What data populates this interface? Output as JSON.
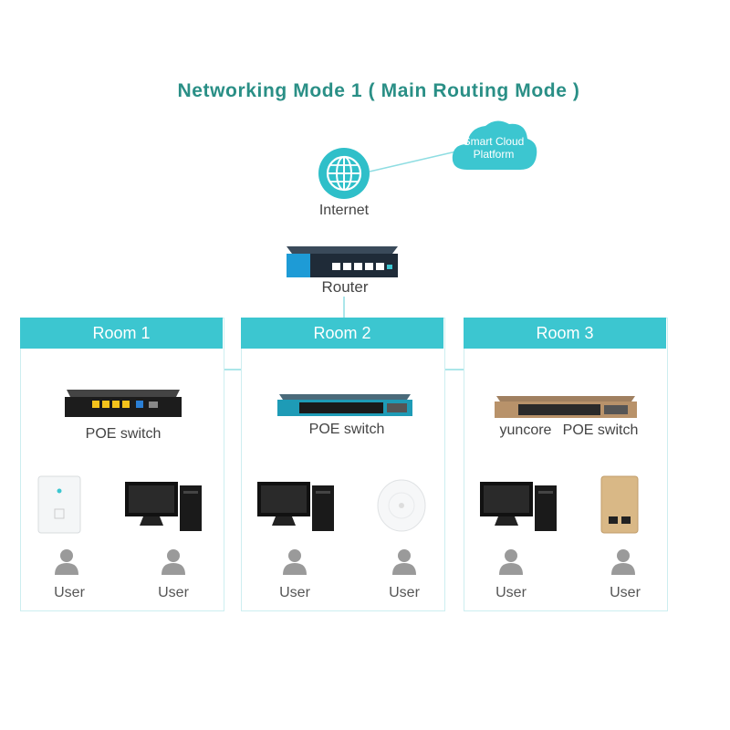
{
  "title": "Networking Mode 1 ( Main Routing Mode )",
  "cloud": {
    "line1": "Smart Cloud",
    "line2": "Platform"
  },
  "internet_label": "Internet",
  "router_label": "Router",
  "rooms": [
    {
      "name": "Room 1",
      "switch_label": "POE switch",
      "users": [
        "User",
        "User"
      ]
    },
    {
      "name": "Room 2",
      "switch_label": "POE switch",
      "users": [
        "User",
        "User"
      ]
    },
    {
      "name": "Room 3",
      "switch_brand": "yuncore",
      "switch_label": "POE switch",
      "users": [
        "User",
        "User"
      ]
    }
  ],
  "colors": {
    "accent": "#3cc6d0",
    "title": "#2a8f86",
    "line": "#7fd6dc",
    "globe": "#2fbfc9"
  }
}
